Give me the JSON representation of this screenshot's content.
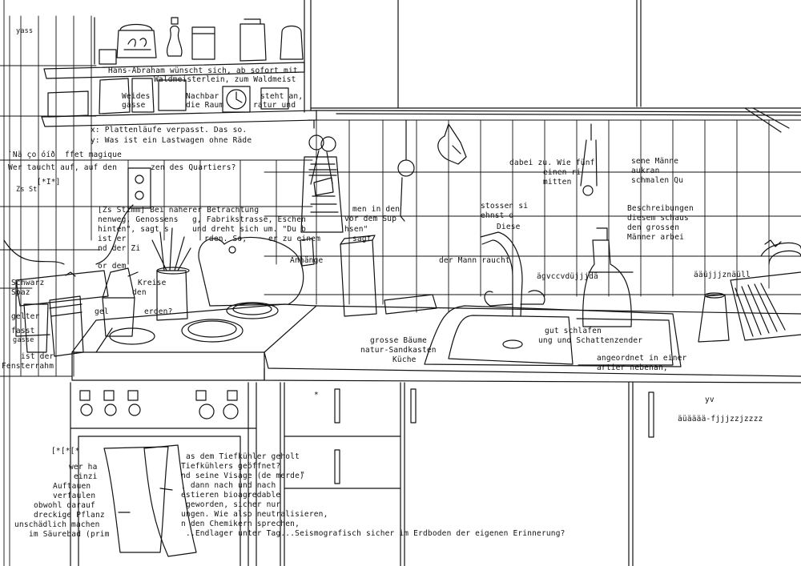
{
  "palette": {
    "ink": "#111111",
    "paper": "#ffffff"
  },
  "texts": {
    "t01": "yass",
    "t02": "Hans-Abraham wünscht sich, ab sofort mit",
    "t03": "Waldmeisterlein, zum Waldmeist",
    "t04": "Weides",
    "t05": "gasse",
    "t06": "Nachbar",
    "t07": "steht an,",
    "t08": "die Raum",
    "t09": "ratur und",
    "t10": "x: Plattenläufe verpasst. Das so.",
    "t11": "y: Was ist ein Lastwagen ohne Räde",
    "t12": "`Nä ço óíð  ffet magique",
    "t13": "Wer taucht auf, auf den",
    "t14": "zen des Quartiers?",
    "t15": "[*I*]",
    "t16": "[Zs Stimm] Bei näherer Betrachtung",
    "t17": "men in den",
    "t18": "nenweg, Genossens",
    "t19": "g, Fabrikstrasse, Eschen",
    "t20": "vor dem Sup",
    "t21": "hinten\", sagt s",
    "t22": "und dreht sich um. \"Du b",
    "t23": "hsen\"",
    "t24": "ist er",
    "t25": "rden. So,",
    "t26": "er zu einem",
    "t27": "sagt",
    "t28": "nd der Zi",
    "t29": "or dem",
    "t30": "Kreise",
    "t31": "den",
    "t32": "gel",
    "t33": "erden?",
    "t34": "Schwarz",
    "t35": "Spaz",
    "t36": "gelter",
    "t37": "fasst",
    "t38": "ist der",
    "t39": "Fensterrahm",
    "t40": "Anhänge",
    "t41": "der Mann raucht",
    "t42": "dabei zu. Wie fünf",
    "t43": "einen ri",
    "t44": "mitten",
    "t45": "sene Männe",
    "t46": "aukran",
    "t47": "schmalen Qu",
    "t48": "stossen si",
    "t49": "ehnst d",
    "t50": "Diese",
    "t51": "Beschreibungen",
    "t52": "diesem schaus",
    "t53": "den grossen",
    "t54": "Männer arbei",
    "t55": "ägvccvdüjjjdä",
    "t56": "ääüjjjznäüll",
    "t57": "grosse Bäume",
    "t58": "natur-Sandkasten",
    "t59": "Küche",
    "t60": "gut schlafen",
    "t61": "ung und Schattenzender",
    "t62": "angeordnet in einer",
    "t63": "artier nebenan,",
    "t64": "äüääää-fjjjzzjzzzz",
    "t65": "as dem Tiefkühler geholt",
    "t66": "Tiefkühlers geöffnet?",
    "t67": "nd seine Visage (de merde)",
    "t68": ", dann nach und nach",
    "t69": "estieren bioagredable",
    "t70": "geworden, sicher nur",
    "t71": "ungen. Wie also neutralisieren,",
    "t72": "n den Chemikern sprechen,",
    "t73": "..Endlager unter Tag...Seismografisch sicher im Erdboden der eigenen Erinnerung?",
    "t74": "wer ha",
    "t75": "einzi",
    "t76": "Auftauen",
    "t77": "verfaulen",
    "t78": "obwohl darauf",
    "t79": "dreckige Pflanz",
    "t80": "unschädlich machen",
    "t81": "im Säurebad (prim",
    "t82": "[*[*[*",
    "t83": "\"",
    "t84": "*",
    "t85": "yv",
    "t86": "Zs St",
    "t87": "gasse"
  }
}
